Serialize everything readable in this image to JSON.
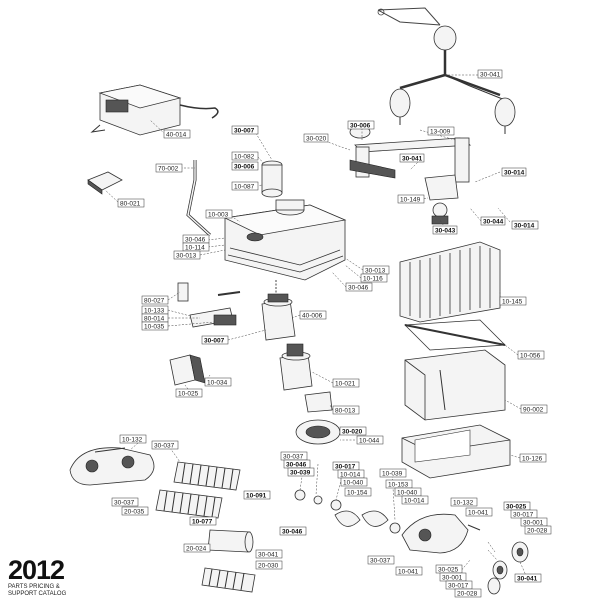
{
  "brand": {
    "year": "2012",
    "line1": "PARTS PRICING &",
    "line2": "SUPPORT CATALOG"
  },
  "labels": [
    "30-041",
    "30-006",
    "13-009",
    "30-020",
    "30-041",
    "30-014",
    "10-149",
    "30-044",
    "30-043",
    "30-014",
    "40-014",
    "30-007",
    "10-082",
    "30-006",
    "10-087",
    "70-002",
    "80-021",
    "10-003",
    "30-046",
    "10-114",
    "30-013",
    "30-013",
    "10-116",
    "30-046",
    "80-027",
    "10-133",
    "80-014",
    "10-035",
    "40-006",
    "10-145",
    "10-056",
    "30-007",
    "10-034",
    "10-025",
    "10-021",
    "80-013",
    "90-002",
    "10-132",
    "30-037",
    "30-020",
    "10-044",
    "10-126",
    "30-037",
    "30-046",
    "30-039",
    "30-017",
    "10-014",
    "10-040",
    "10-154",
    "10-039",
    "10-153",
    "10-040",
    "10-014",
    "10-132",
    "30-025",
    "30-017",
    "30-001",
    "20-028",
    "10-041",
    "30-041",
    "30-037",
    "20-035",
    "10-091",
    "10-077",
    "20-024",
    "30-046",
    "30-041",
    "20-030",
    "30-037",
    "10-041",
    "30-025",
    "30-001",
    "30-017",
    "20-028"
  ]
}
